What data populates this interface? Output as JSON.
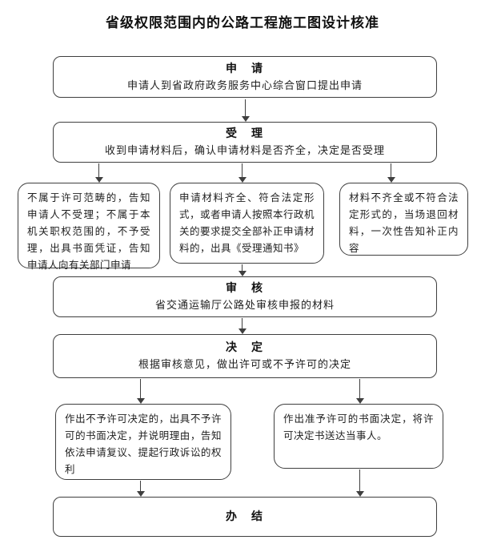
{
  "page": {
    "title": "省级权限范围内的公路工程施工图设计核准",
    "background_color": "#ffffff",
    "line_color": "#3f3f3f",
    "text_color": "#1f1f1f"
  },
  "flow": {
    "apply": {
      "title": "申　请",
      "body": "申请人到省政府政务服务中心综合窗口提出申请"
    },
    "accept": {
      "title": "受　理",
      "body": "收到申请材料后，确认申请材料是否齐全，决定是否受理"
    },
    "branch_not_in_scope": {
      "body": "不属于许可范畴的，告知申请人不受理；不属于本机关职权范围的，不予受理，出具书面凭证，告知申请人向有关部门申请"
    },
    "branch_materials_ok": {
      "body": "申请材料齐全、符合法定形式，或者申请人按照本行政机关的要求提交全部补正申请材料的，出具《受理通知书》"
    },
    "branch_materials_missing": {
      "body": "材料不齐全或不符合法定形式的，当场退回材料，一次性告知补正内容"
    },
    "review": {
      "title": "审　核",
      "body": "省交通运输厅公路处审核申报的材料"
    },
    "decision": {
      "title": "决　定",
      "body": "根据审核意见，做出许可或不予许可的决定"
    },
    "outcome_deny": {
      "body": "作出不予许可决定的，出具不予许可的书面决定，并说明理由，告知依法申请复议、提起行政诉讼的权利"
    },
    "outcome_grant": {
      "body": "作出准予许可的书面决定，将许可决定书送达当事人。"
    },
    "finish": {
      "title": "办　结"
    }
  }
}
